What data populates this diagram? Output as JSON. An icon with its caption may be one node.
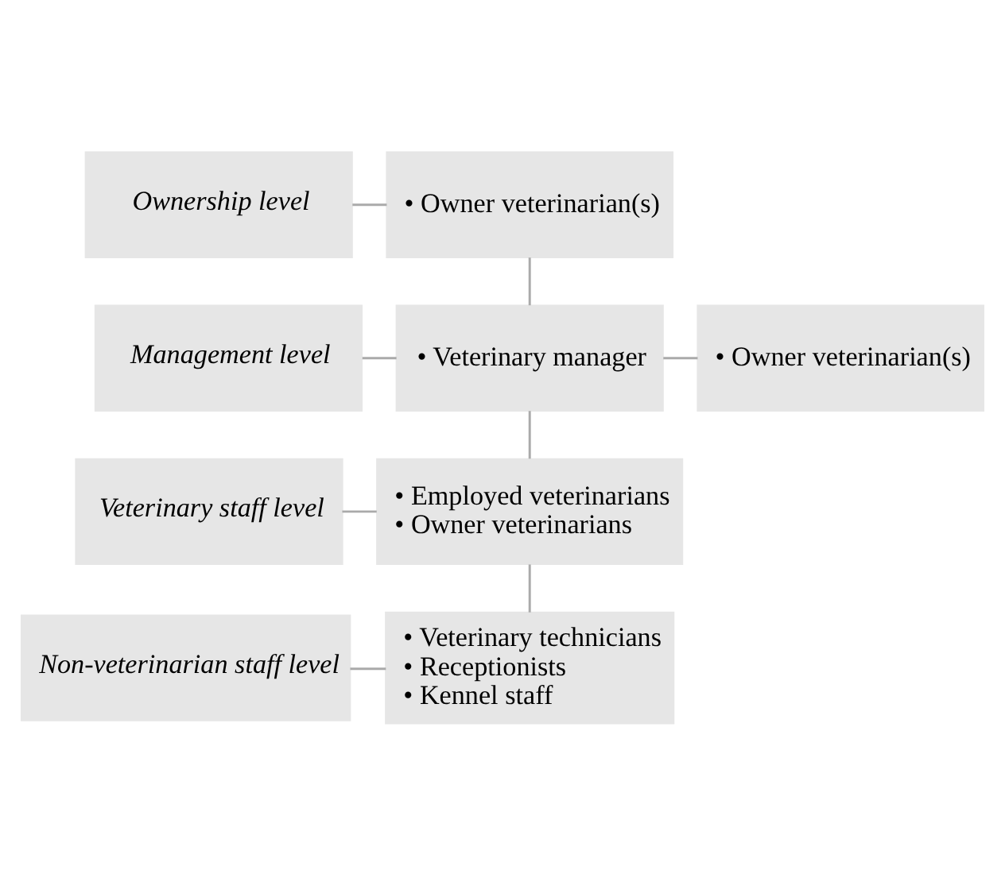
{
  "diagram": {
    "nodes": [
      {
        "text": [
          "Ownership level"
        ]
      },
      {
        "text": [
          "• Owner veterinarian(s)"
        ]
      },
      {
        "text": [
          "Management level"
        ]
      },
      {
        "text": [
          "• Veterinary manager"
        ]
      },
      {
        "text": [
          "• Owner veterinarian(s)"
        ]
      },
      {
        "text": [
          "Veterinary staff level"
        ]
      },
      {
        "text": [
          "• Employed veterinarians",
          "• Owner veterinarians"
        ]
      },
      {
        "text": [
          "Non-veterinarian staff level"
        ]
      },
      {
        "text": [
          "• Veterinary technicians",
          "• Receptionists",
          "• Kennel staff"
        ]
      }
    ],
    "edges": [
      {
        "from": 0,
        "to": 1,
        "arrow": "none"
      },
      {
        "from": 1,
        "to": 3,
        "arrow": "none"
      },
      {
        "from": 2,
        "to": 3,
        "arrow": "none"
      },
      {
        "from": 3,
        "to": 4,
        "arrow": "none"
      },
      {
        "from": 3,
        "to": 6,
        "arrow": "none"
      },
      {
        "from": 5,
        "to": 6,
        "arrow": "none"
      },
      {
        "from": 6,
        "to": 8,
        "arrow": "none"
      },
      {
        "from": 7,
        "to": 8,
        "arrow": "none"
      }
    ]
  }
}
